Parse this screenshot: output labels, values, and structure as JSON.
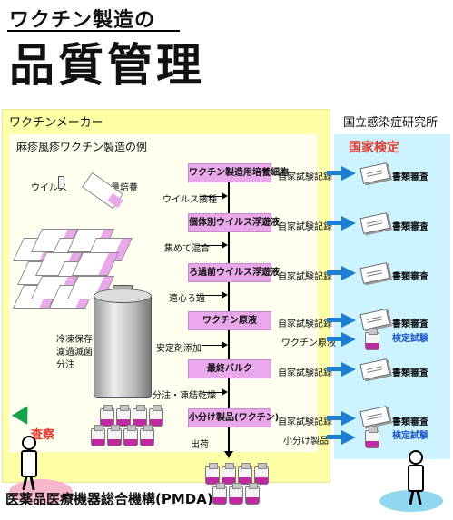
{
  "header": {
    "title_small": "ワクチン製造の",
    "title_large": "品質管理"
  },
  "maker": {
    "label": "ワクチンメーカー",
    "example_label": "麻疹風疹ワクチン製造の例"
  },
  "nih": {
    "label": "国立感染症研究所",
    "national_label": "国家検定"
  },
  "steps": [
    {
      "label": "ワクチン製造用培養細胞",
      "record": "自家試験記録",
      "review": "書類審査"
    },
    {
      "label": "個体別ウイルス浮遊液",
      "record": "自家試験記録",
      "review": "書類審査"
    },
    {
      "label": "ろ過前ウイルス浮遊液",
      "record": "自家試験記録",
      "review": "書類審査"
    },
    {
      "label": "ワクチン原液",
      "record": "自家試験記録",
      "review": "書類審査",
      "sample": "ワクチン原液",
      "test": "検定試験"
    },
    {
      "label": "最終バルク",
      "record": "自家試験記録",
      "review": "書類審査"
    },
    {
      "label": "小分け製品(ワクチン)",
      "record": "自家試験記録",
      "review": "書類審査",
      "sample": "小分け製品",
      "test": "検定試験"
    }
  ],
  "process_labels": {
    "virus_inoculation": "ウイルス接種",
    "collect_mix": "集めて混合",
    "centrifuge": "遠心ろ過",
    "stabilizer": "安定剤添加",
    "dispense_freeze": "分注・凍結乾燥",
    "shipment": "出荷"
  },
  "illustration": {
    "virus_label": "ウイルス",
    "culture_label": "大量培養",
    "tank_steps": [
      "冷凍保存",
      "濾過滅菌",
      "分注"
    ]
  },
  "pmda": {
    "inspection_label": "査察",
    "name": "医薬品医療機器総合機構(PMDA)"
  },
  "colors": {
    "step_fill": "#e8a8ea",
    "arrow_blue": "#1d7fd1",
    "national_red": "#e43a2e",
    "test_blue": "#1a55c8"
  }
}
